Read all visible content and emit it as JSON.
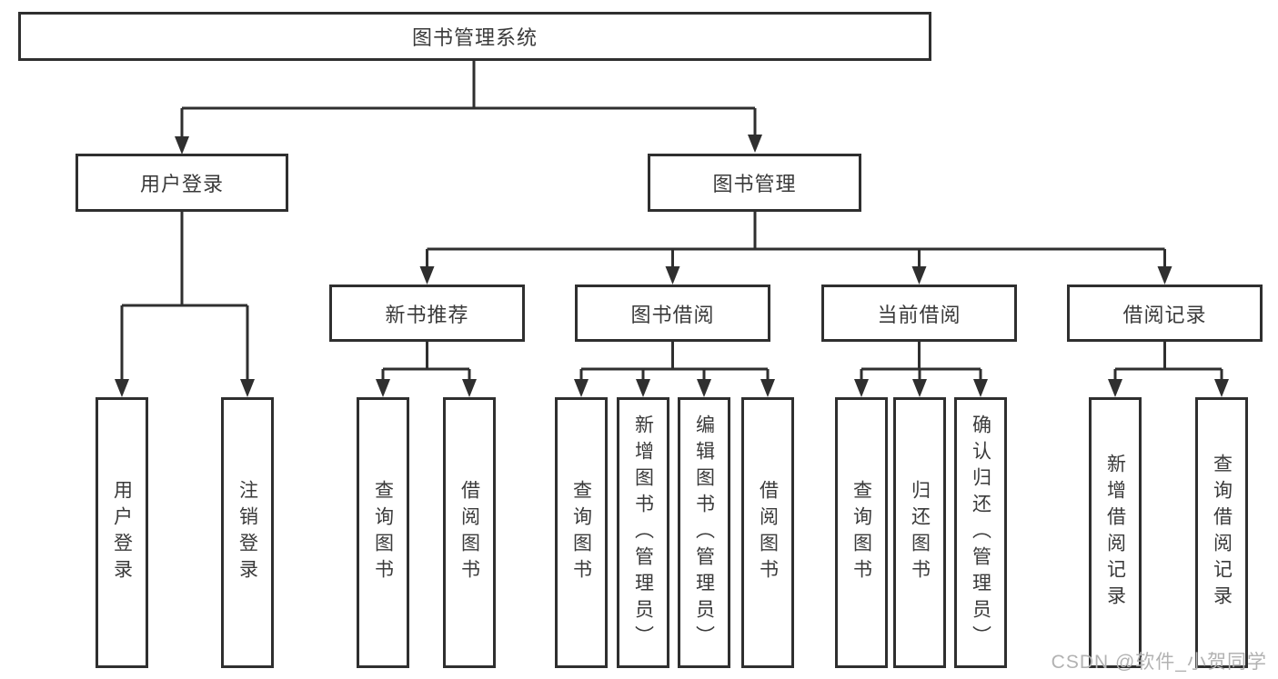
{
  "tree": {
    "root": {
      "label": "图书管理系统"
    },
    "branches": [
      {
        "label": "用户登录",
        "children": [
          {
            "label": "用户登录"
          },
          {
            "label": "注销登录"
          }
        ]
      },
      {
        "label": "图书管理",
        "children": [
          {
            "label": "新书推荐",
            "children": [
              {
                "label": "查询图书"
              },
              {
                "label": "借阅图书"
              }
            ]
          },
          {
            "label": "图书借阅",
            "children": [
              {
                "label": "查询图书"
              },
              {
                "label": "新增图书（管理员）"
              },
              {
                "label": "编辑图书（管理员）"
              },
              {
                "label": "借阅图书"
              }
            ]
          },
          {
            "label": "当前借阅",
            "children": [
              {
                "label": "查询图书"
              },
              {
                "label": "归还图书"
              },
              {
                "label": "确认归还（管理员）"
              }
            ]
          },
          {
            "label": "借阅记录",
            "children": [
              {
                "label": "新增借阅记录"
              },
              {
                "label": "查询借阅记录"
              }
            ]
          }
        ]
      }
    ]
  },
  "watermark": {
    "text": "CSDN @软件_小贺同学"
  },
  "colors": {
    "line": "#2f2f2f",
    "text": "#3a3a3a",
    "watermark": "#b2b2b2",
    "background": "#ffffff"
  }
}
